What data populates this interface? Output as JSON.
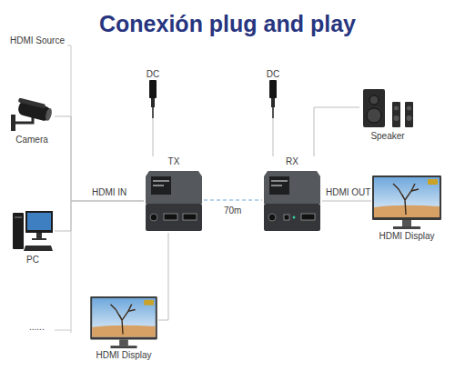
{
  "diagram": {
    "title": "Conexión plug and play",
    "nodes": [
      {
        "text": [
          "DC"
        ]
      },
      {
        "text": [
          "DC"
        ]
      },
      {
        "text": [
          "Speaker"
        ]
      },
      {
        "text": [
          "Camera"
        ]
      },
      {
        "text": [
          "TX"
        ]
      },
      {
        "text": [
          "RX"
        ]
      },
      {
        "text": [
          "HDMI Display"
        ]
      },
      {
        "text": [
          "PC"
        ]
      },
      {
        "text": [
          "HDMI Display"
        ]
      }
    ],
    "edges": [
      {
        "from": 3,
        "to": 4,
        "arrow": "none"
      },
      {
        "from": 7,
        "to": 4,
        "label": "HDMI IN",
        "arrow": "none"
      },
      {
        "from": 0,
        "to": 4,
        "arrow": "none"
      },
      {
        "from": 1,
        "to": 5,
        "arrow": "none"
      },
      {
        "from": 4,
        "to": 5,
        "label": "70m",
        "arrow": "none"
      },
      {
        "from": 5,
        "to": 2,
        "arrow": "none"
      },
      {
        "from": 5,
        "to": 6,
        "label": "HDMI OUT",
        "arrow": "none"
      },
      {
        "from": 4,
        "to": 8,
        "arrow": "none"
      }
    ],
    "labels": [
      "HDMI Source",
      "......"
    ]
  }
}
